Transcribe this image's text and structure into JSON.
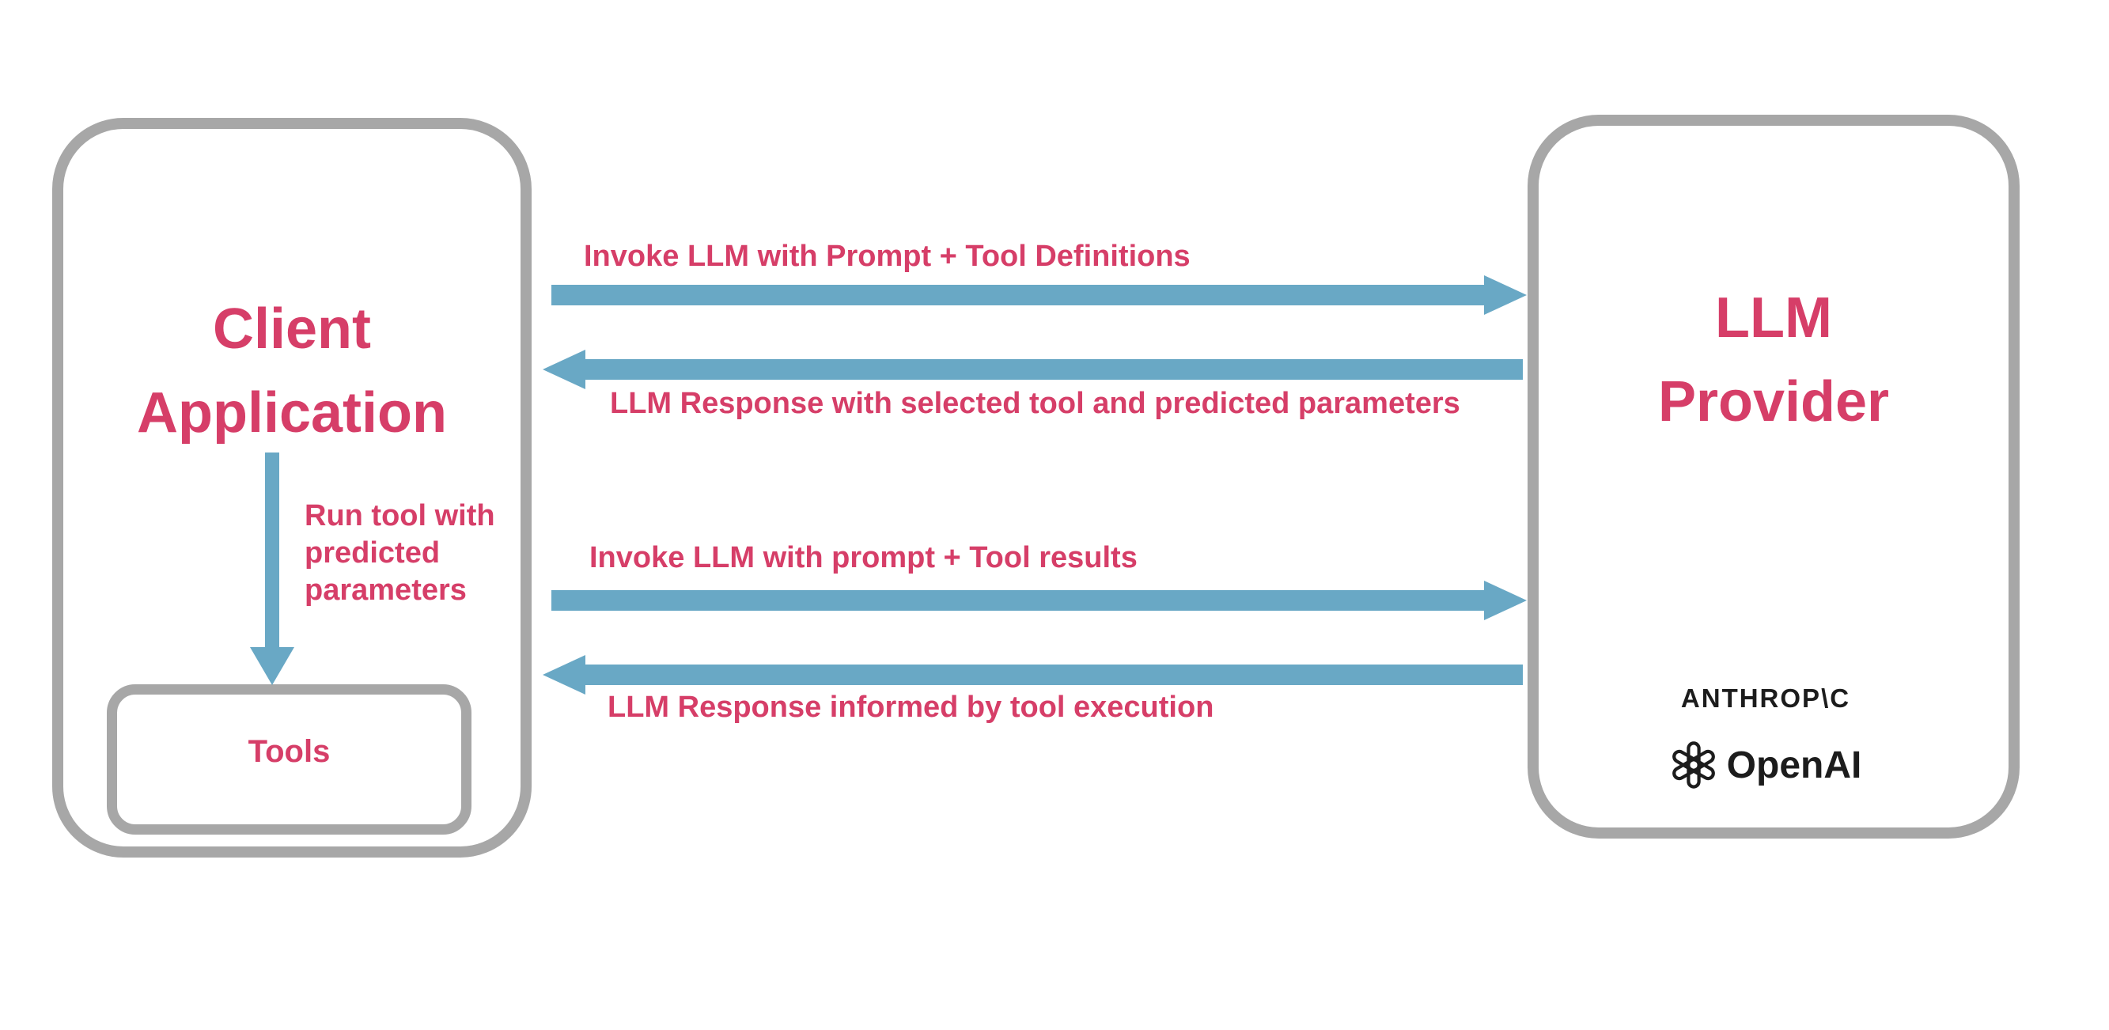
{
  "colors": {
    "pink": "#D63E68",
    "blue": "#69A8C5",
    "gray": "#A7A7A7",
    "ink": "#1C1C1C",
    "bg": "#FFFFFF"
  },
  "client_box": {
    "title_line1": "Client",
    "title_line2": "Application",
    "tools_label": "Tools"
  },
  "llm_box": {
    "title_line1": "LLM",
    "title_line2": "Provider",
    "anthropic_logo_text": "ANTHROP\\C",
    "openai_logo_text": "OpenAI"
  },
  "icons": {
    "openai_icon": "openai-knot-icon"
  },
  "arrows": {
    "invoke_definitions": {
      "label": "Invoke LLM with Prompt + Tool Definitions",
      "direction": "right"
    },
    "response_selected_tool": {
      "label": "LLM Response with selected tool and predicted parameters",
      "direction": "left"
    },
    "run_tool": {
      "direction": "down",
      "lines": [
        "Run tool with",
        "predicted",
        "parameters"
      ]
    },
    "invoke_results": {
      "label": "Invoke LLM with prompt + Tool results",
      "direction": "right"
    },
    "response_informed": {
      "label": "LLM Response informed by tool execution",
      "direction": "left"
    }
  }
}
